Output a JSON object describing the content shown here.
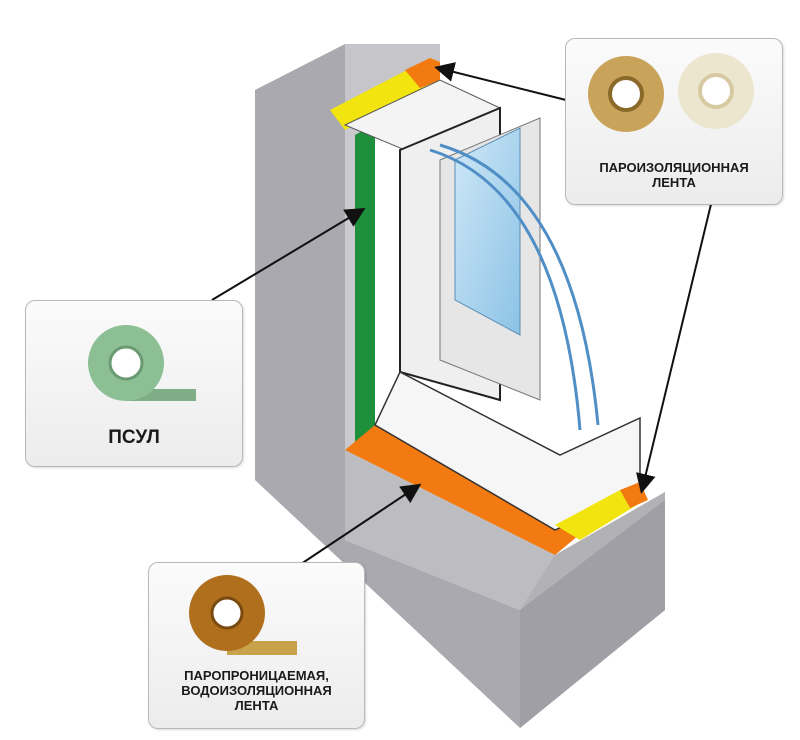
{
  "callouts": {
    "vapor_barrier": {
      "line1": "ПАРОИЗОЛЯЦИОННАЯ",
      "line2": "ЛЕНТА"
    },
    "psul": {
      "label": "ПСУЛ"
    },
    "permeable": {
      "line1": "ПАРОПРОНИЦАЕМАЯ,",
      "line2": "ВОДОИЗОЛЯЦИОННАЯ",
      "line3": "ЛЕНТА"
    }
  },
  "colors": {
    "wall": "#b8b8bd",
    "wall_dark": "#a2a2a8",
    "green": "#1e8f3a",
    "orange": "#f27a10",
    "yellow": "#f2e40f",
    "glass": "#a9d3ee",
    "frame": "#f4f4f4"
  }
}
